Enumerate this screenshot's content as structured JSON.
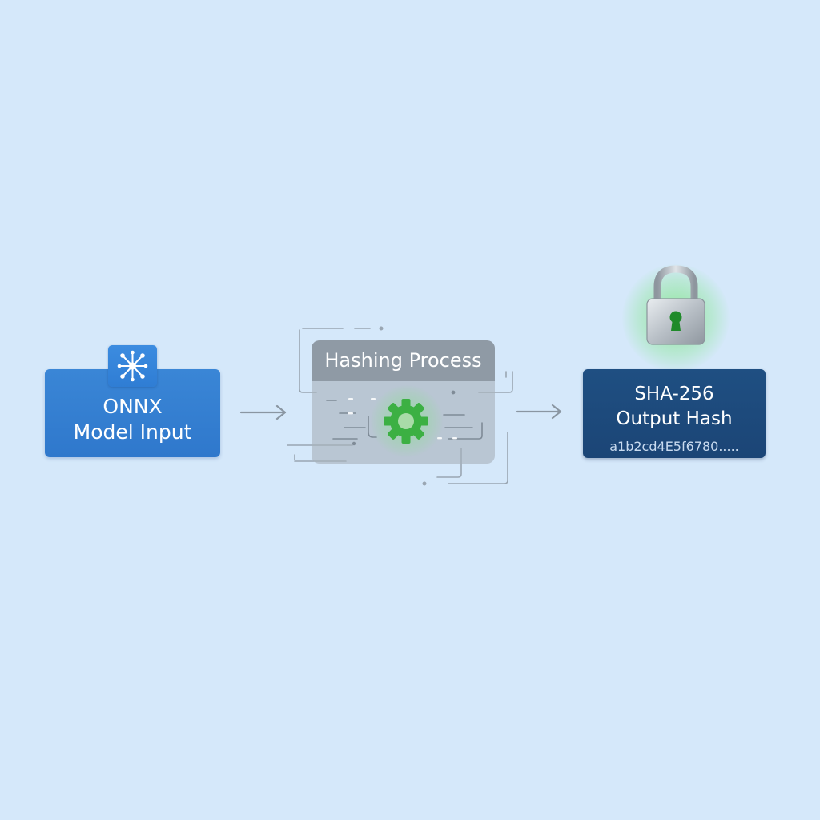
{
  "diagram": {
    "input": {
      "title_line1": "ONNX",
      "title_line2": "Model Input",
      "icon": "network-node-icon"
    },
    "process": {
      "title": "Hashing Process",
      "icon": "gear-icon"
    },
    "output": {
      "title_line1": "SHA-256",
      "title_line2": "Output Hash",
      "hash_value": "a1b2cd4E5f6780.....",
      "icon": "padlock-icon"
    },
    "colors": {
      "background": "#d5e8fa",
      "input_box": "#3380d0",
      "process_box": "#a9b3bd",
      "process_header": "#8f9aa5",
      "output_box": "#1d4a7c",
      "accent_green": "#3cb043",
      "arrow": "#8a96a2"
    }
  }
}
